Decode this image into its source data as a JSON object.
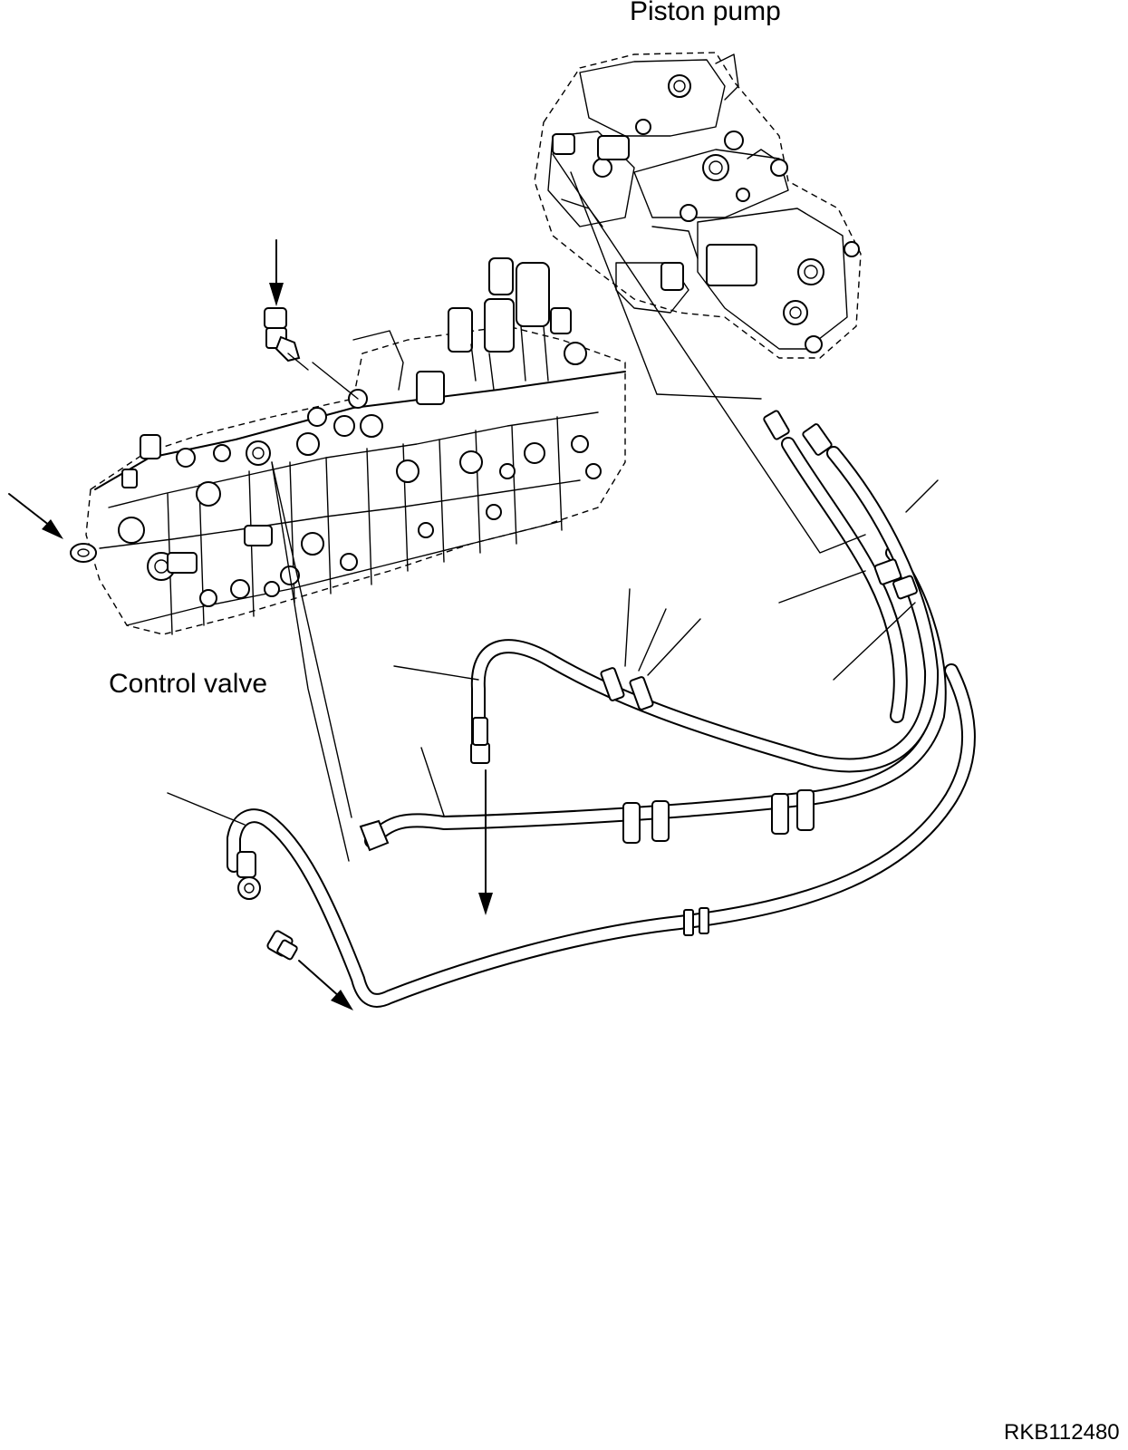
{
  "labels": {
    "piston_pump": "Piston pump",
    "control_valve": "Control valve",
    "drawing_code": "RKB112480"
  },
  "colors": {
    "line": "#000000",
    "background": "#ffffff"
  },
  "icons": {
    "arrow": "arrow-icon",
    "clamp": "hose-clamp-icon",
    "fitting": "hose-fitting-icon"
  }
}
